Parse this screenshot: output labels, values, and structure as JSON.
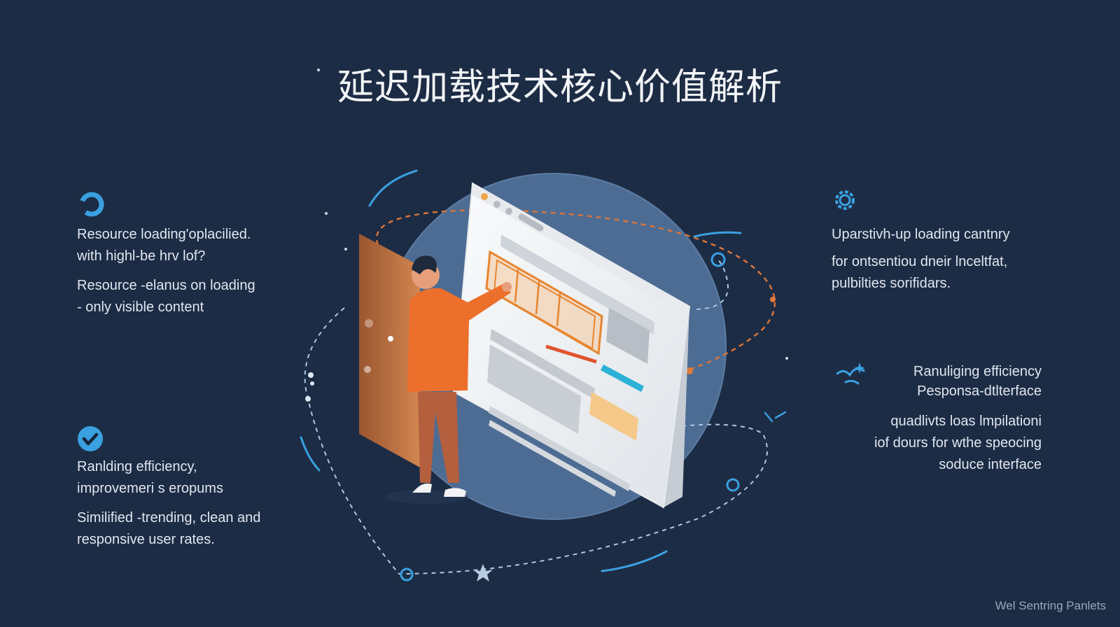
{
  "title": "延迟加载技术核心价值解析",
  "left_top": {
    "icon": "refresh-icon",
    "line1": "Resource loading'oplacilied.",
    "line2": "with highl-be hrv lof?",
    "line3": "Resource -elanus on loading",
    "line4": "- only visible content"
  },
  "left_bottom": {
    "icon": "check-circle-icon",
    "line1": "Ranlding efficiency,",
    "line2": "improvemeri s eropums",
    "line3": "Similified -trending, clean and",
    "line4": "responsive user rates."
  },
  "right_top": {
    "icon": "gear-icon",
    "line1": "Uparstivh-up loading cantnry",
    "line2": "for ontsentiou dneir lnceltfat,",
    "line3": "pulbilties sorifidars."
  },
  "right_bottom": {
    "icon": "sparkle-icon",
    "line1": "Ranuliging efficiency",
    "line2": "Pesponsa-dtlterface",
    "line3": "quadlivts loas lmpilationi",
    "line4": "iof dours for wthe speocing",
    "line5": "soduce interface"
  },
  "footer": "Wel Sentring Panlets",
  "colors": {
    "background": "#1d2c45",
    "accent_blue": "#3aa0e0",
    "accent_orange": "#e06a2c",
    "globe": "#4e6d94"
  }
}
